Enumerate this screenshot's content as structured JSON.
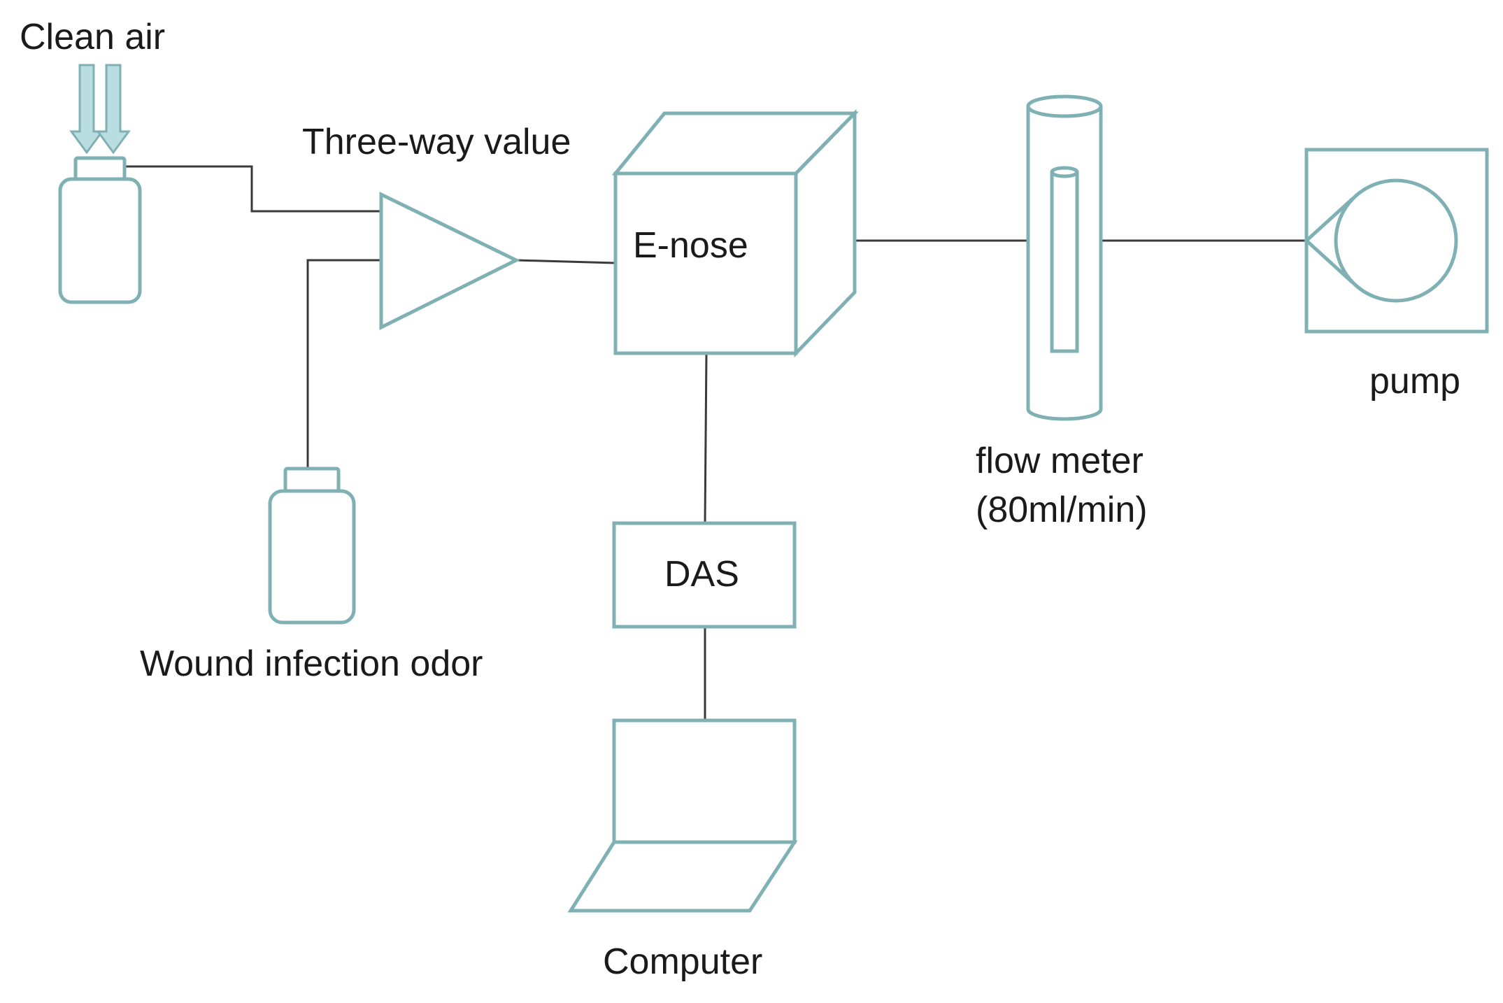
{
  "labels": {
    "clean_air": "Clean air",
    "three_way": "Three-way value",
    "enose": "E-nose",
    "flow_meter_line1": "flow meter",
    "flow_meter_line2": "(80ml/min)",
    "pump": "pump",
    "das": "DAS",
    "wound_odor": "Wound infection odor",
    "computer": "Computer"
  },
  "colors": {
    "outline": "#7fb0b3",
    "arrow_fill": "#b9dde0",
    "connector": "#3a3a3a",
    "text": "#1a1a1a"
  }
}
